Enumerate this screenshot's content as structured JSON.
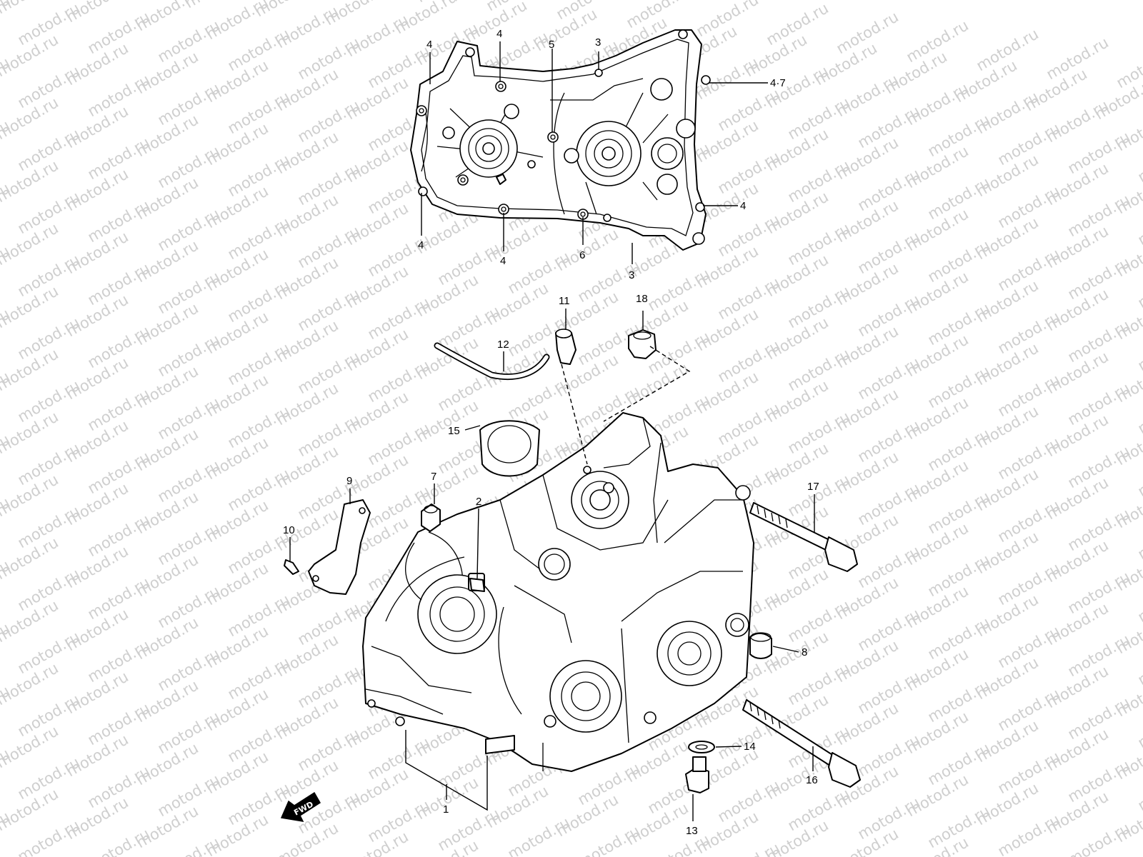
{
  "watermark": "motod.ru",
  "fwd_badge": "FWD",
  "callouts": {
    "c1": "1",
    "c2": "2",
    "c3a": "3",
    "c3b": "3",
    "c4a": "4",
    "c4b": "4",
    "c4c": "4",
    "c4d": "4",
    "c4e": "4",
    "c47": "4·7",
    "c5": "5",
    "c6": "6",
    "c7": "7",
    "c8": "8",
    "c9": "9",
    "c10": "10",
    "c11": "11",
    "c12": "12",
    "c13": "13",
    "c14": "14",
    "c15": "15",
    "c16": "16",
    "c17": "17",
    "c18": "18"
  }
}
